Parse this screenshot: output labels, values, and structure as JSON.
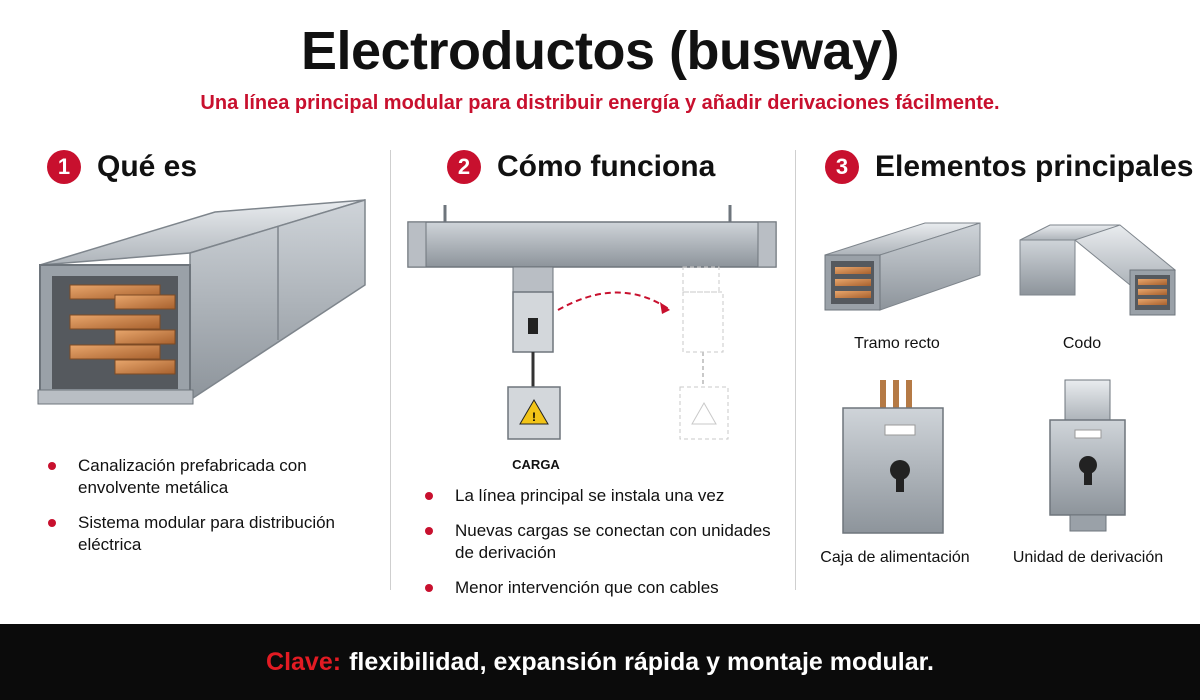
{
  "header": {
    "title": "Electroductos (busway)",
    "subtitle": "Una línea principal modular para distribuir energía y añadir derivaciones fácilmente."
  },
  "sections": [
    {
      "number": "1",
      "title": "Qué es",
      "bullets": [
        "Canalización prefabricada con envolvente metálica",
        "Sistema modular para distribución eléctrica"
      ]
    },
    {
      "number": "2",
      "title": "Cómo funciona",
      "diagram_label": "CARGA",
      "bullets": [
        "La línea principal se instala una vez",
        "Nuevas cargas se conectan con unidades de derivación",
        "Menor intervención que con cables"
      ]
    },
    {
      "number": "3",
      "title": "Elementos principales",
      "items": [
        "Tramo recto",
        "Codo",
        "Caja de alimentación",
        "Unidad de derivación"
      ]
    }
  ],
  "footer": {
    "key": "Clave:",
    "text": "flexibilidad, expansión rápida y montaje modular."
  },
  "colors": {
    "accent": "#c8102e",
    "footer_bg": "#0b0b0b",
    "metal": "#b9bec4",
    "copper": "#c7834a"
  }
}
